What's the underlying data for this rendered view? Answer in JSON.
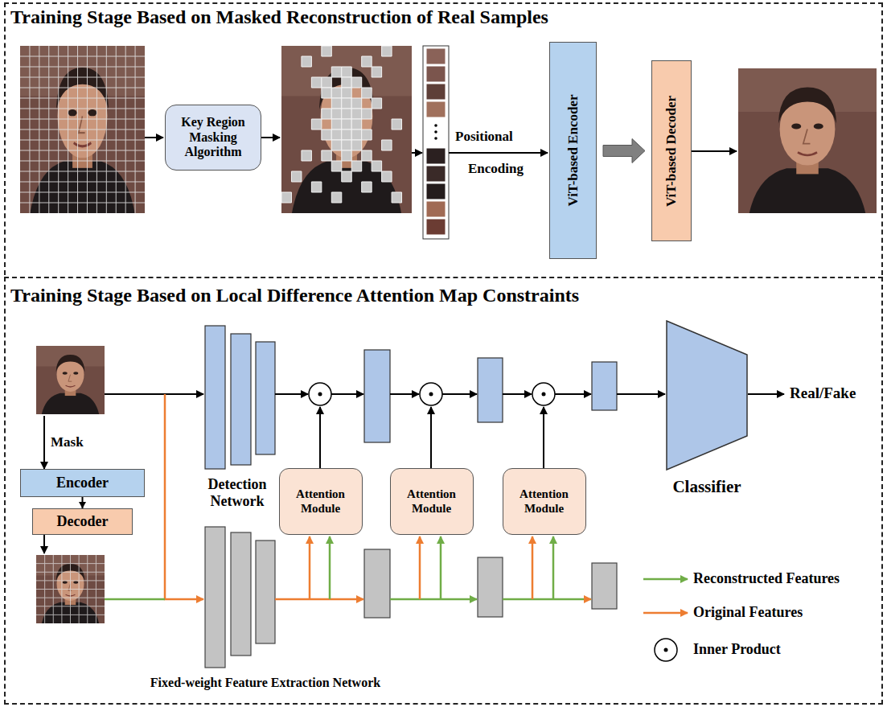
{
  "diagram": {
    "nodes": [
      {
        "text": [
          "Training Stage Based on Masked Reconstruction of Real Samples"
        ]
      },
      {
        "text": [
          "Key Region Masking Algorithm"
        ],
        "in": 0
      },
      {
        "text": [
          "ViT-based Encoder"
        ],
        "in": 0
      },
      {
        "text": [
          "ViT-based Decoder"
        ],
        "in": 0
      },
      {
        "text": [
          "Training Stage Based on Local Difference Attention Map Constraints"
        ]
      },
      {
        "text": [
          "Encoder"
        ],
        "in": 4
      },
      {
        "text": [
          "Decoder"
        ],
        "in": 4
      },
      {
        "text": [
          "Attention Module"
        ],
        "in": 4
      },
      {
        "text": [
          "Attention Module"
        ],
        "in": 4
      },
      {
        "text": [
          "Attention Module"
        ],
        "in": 4
      },
      {
        "text": [
          "Classifier"
        ],
        "in": 4
      }
    ],
    "edges": [
      {
        "from": 2,
        "to": 3,
        "arrow": "to"
      },
      {
        "from": 5,
        "to": 6,
        "arrow": "to"
      }
    ],
    "labels": [
      "Positional",
      "Encoding",
      "Mask",
      "Detection Network",
      "Fixed-weight Feature Extraction Network",
      "Real/Fake"
    ],
    "legend": [
      {
        "text": "Reconstructed Features"
      },
      {
        "text": "Original Features"
      },
      {
        "text": "Inner Product"
      }
    ]
  }
}
